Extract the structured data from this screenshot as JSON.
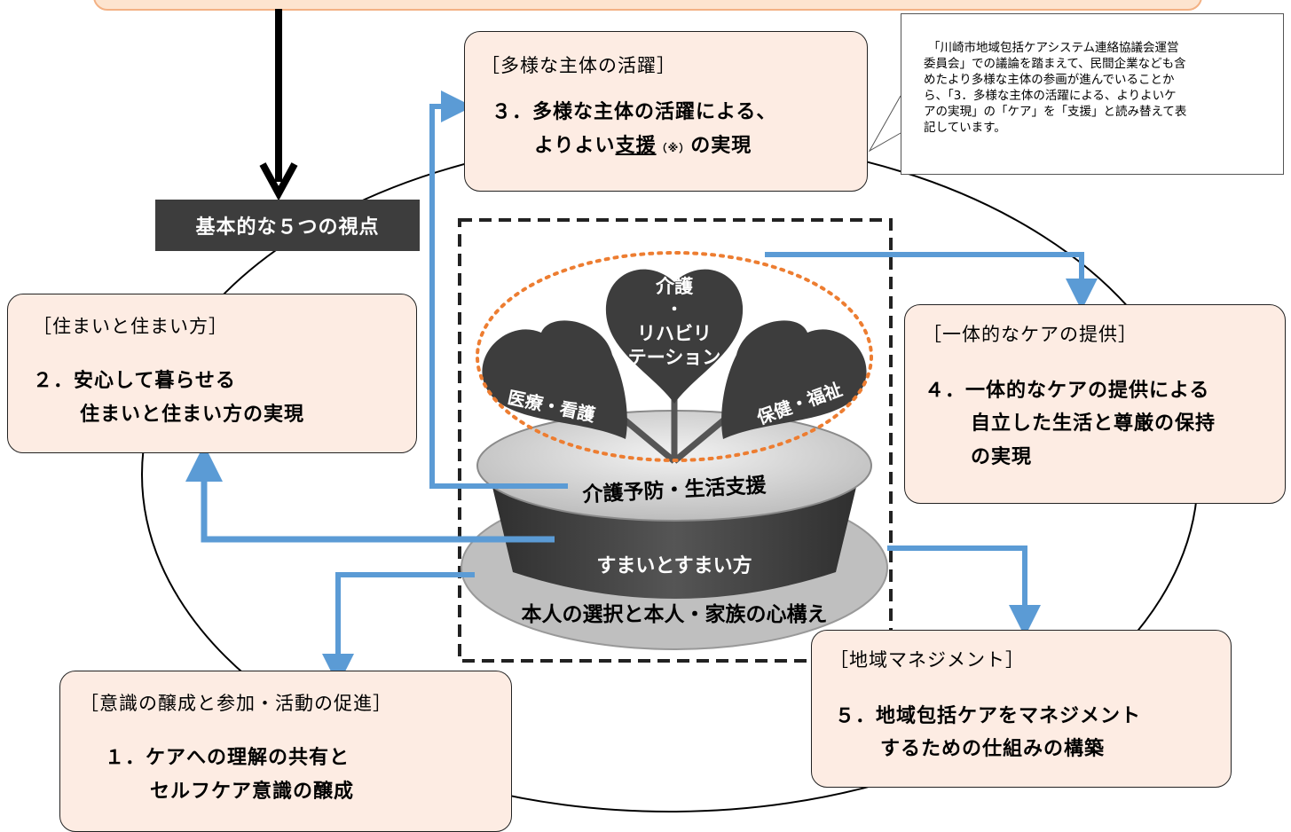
{
  "header_pill": "基本的な５つの視点",
  "note": {
    "lines": [
      "「川崎市地域包括ケアシステム連絡協議会運営",
      "委員会」での議論を踏まえて、民間企業なども含",
      "めたより多様な主体の参画が進んでいることか",
      "ら、「3．多様な主体の活躍による、よりよいケ",
      "アの実現」の「ケア」を「支援」と読み替えて表",
      "記しています。"
    ]
  },
  "boxes": {
    "b3": {
      "category": "［多様な主体の活躍］",
      "line1": "３．多様な主体の活躍による、",
      "line2_a": "よりよい",
      "line2_u": "支援",
      "line2_mark": "（※）",
      "line2_b": "の実現"
    },
    "b2": {
      "category": "［住まいと住まい方］",
      "line1": "２．安心して暮らせる",
      "line2": "住まいと住まい方の実現"
    },
    "b4": {
      "category": "［一体的なケアの提供］",
      "line1": "４．一体的なケアの提供による",
      "line2": "自立した生活と尊厳の保持",
      "line3": "の実現"
    },
    "b1": {
      "category": "［意識の醸成と参加・活動の促進］",
      "line1": "１．ケアへの理解の共有と",
      "line2": "セルフケア意識の醸成"
    },
    "b5": {
      "category": "［地域マネジメント］",
      "line1": "５．地域包括ケアをマネジメント",
      "line2": "するための仕組みの構築"
    }
  },
  "plant": {
    "leaf_top_1": "介護",
    "leaf_top_dot": "・",
    "leaf_top_2": "リハビリ",
    "leaf_top_3": "テーション",
    "leaf_left": "医療・看護",
    "leaf_right": "保健・福祉",
    "soil": "介護予防・生活支援",
    "pot": "すまいとすまい方",
    "saucer": "本人の選択と本人・家族の心構え"
  },
  "colors": {
    "arrow_blue": "#5b9bd5",
    "box_fill": "#fdece3",
    "dark": "#3d3d3d",
    "dotted_orange": "#ed7d31"
  }
}
